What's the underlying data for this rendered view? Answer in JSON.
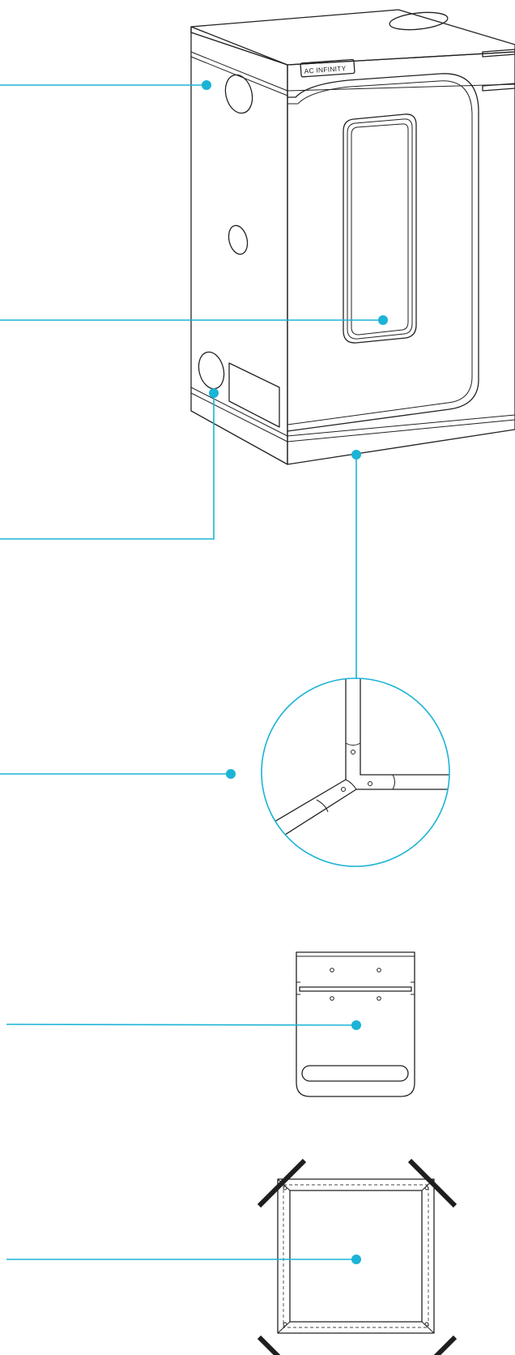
{
  "brand": {
    "label": "AC INFINITY"
  },
  "colors": {
    "accent": "#1bb3d6",
    "line": "#222222",
    "background": "#ffffff"
  },
  "callouts": [
    {
      "id": "top-vent-port",
      "icon": "dot-marker"
    },
    {
      "id": "viewing-window",
      "icon": "dot-marker"
    },
    {
      "id": "bottom-vent-port",
      "icon": "dot-marker"
    },
    {
      "id": "frame-corner-detail",
      "icon": "dot-marker"
    },
    {
      "id": "mounting-bracket",
      "icon": "dot-marker"
    },
    {
      "id": "floor-frame",
      "icon": "dot-marker"
    }
  ]
}
